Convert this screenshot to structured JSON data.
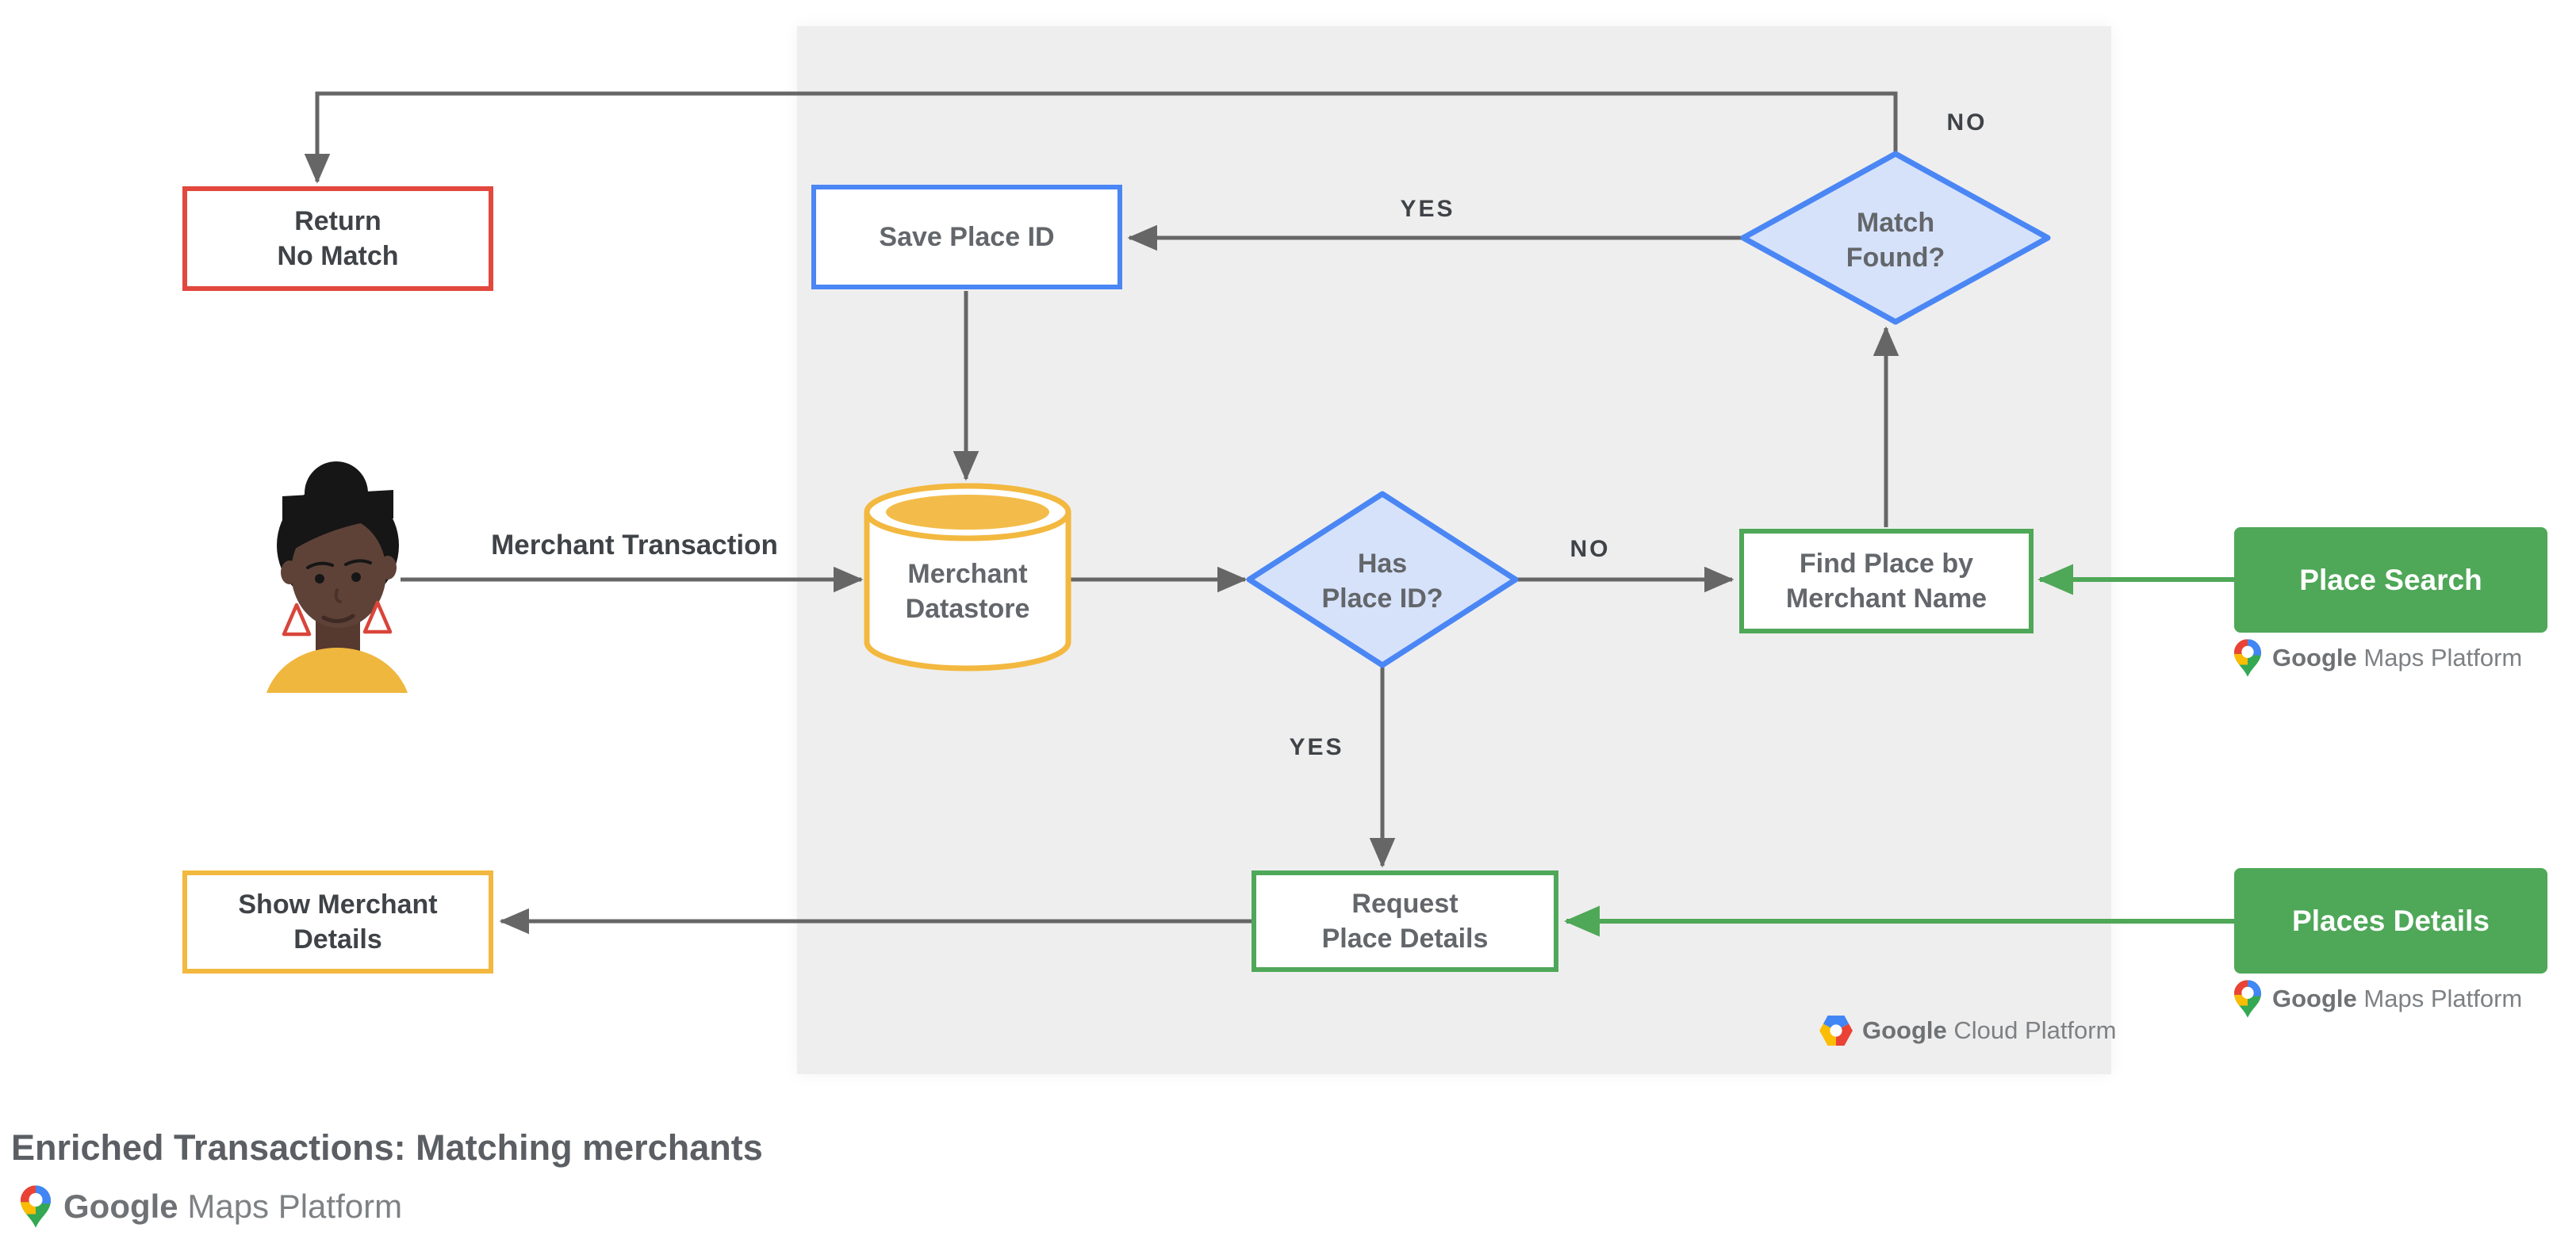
{
  "title": "Enriched Transactions: Matching merchants",
  "nodes": {
    "return_no_match": {
      "line1": "Return",
      "line2": "No Match"
    },
    "save_place_id": {
      "label": "Save Place ID"
    },
    "match_found": {
      "line1": "Match",
      "line2": "Found?"
    },
    "merchant_datastore": {
      "line1": "Merchant",
      "line2": "Datastore"
    },
    "has_place_id": {
      "line1": "Has",
      "line2": "Place ID?"
    },
    "find_place_by_merchant_name": {
      "line1": "Find Place by",
      "line2": "Merchant Name"
    },
    "place_search": {
      "label": "Place Search"
    },
    "request_place_details": {
      "line1": "Request",
      "line2": "Place Details"
    },
    "show_merchant_details": {
      "line1": "Show Merchant",
      "line2": "Details"
    },
    "places_details": {
      "label": "Places Details"
    }
  },
  "edge_labels": {
    "match_found_no": "NO",
    "match_found_yes": "YES",
    "has_place_id_no": "NO",
    "has_place_id_yes": "YES",
    "merchant_transaction": "Merchant Transaction"
  },
  "logos": {
    "google_maps_platform": {
      "google": "Google",
      "product": "Maps Platform"
    },
    "google_cloud_platform": {
      "google": "Google",
      "product": "Cloud Platform"
    }
  },
  "colors": {
    "red": "#E2483D",
    "blue": "#4A86F4",
    "diamond_fill": "#D6E2FA",
    "yellow": "#F3B83F",
    "yellow_fill": "#F3BC4A",
    "green": "#4FA758",
    "line_gray": "#666666",
    "panel_bg": "#EEEEEE",
    "dark_text": "#3F4347",
    "medium_text": "#63666A",
    "title_text": "#5B5F64"
  }
}
